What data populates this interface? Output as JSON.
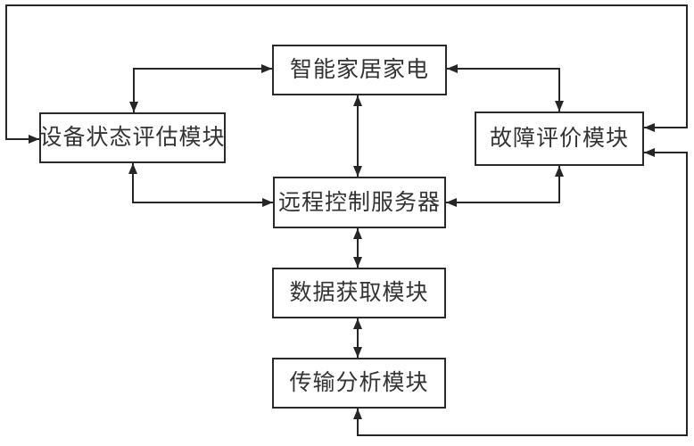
{
  "diagram": {
    "title": "smart-home-appliance-fault-monitoring-block-diagram",
    "colors": {
      "background": "#ffffff",
      "line": "#262626",
      "box_border": "#2a2a2a",
      "box_fill": "#ffffff",
      "text": "#333333"
    },
    "nodes": [
      {
        "id": "smart-home",
        "label": "智能家居家电"
      },
      {
        "id": "device-status-eval",
        "label": "设备状态评估模块"
      },
      {
        "id": "fault-eval",
        "label": "故障评价模块"
      },
      {
        "id": "remote-control-server",
        "label": "远程控制服务器"
      },
      {
        "id": "data-acquisition",
        "label": "数据获取模块"
      },
      {
        "id": "transmission-analysis",
        "label": "传输分析模块"
      }
    ],
    "connections": [
      {
        "from": "smart-home",
        "to": "remote-control-server",
        "bidirectional": true,
        "route": "straight-vertical"
      },
      {
        "from": "remote-control-server",
        "to": "data-acquisition",
        "bidirectional": true,
        "route": "straight-vertical"
      },
      {
        "from": "data-acquisition",
        "to": "transmission-analysis",
        "bidirectional": true,
        "route": "straight-vertical"
      },
      {
        "from": "smart-home",
        "to": "device-status-eval",
        "bidirectional": true,
        "route": "elbow-left"
      },
      {
        "from": "smart-home",
        "to": "fault-eval",
        "bidirectional": true,
        "route": "elbow-right"
      },
      {
        "from": "device-status-eval",
        "to": "remote-control-server",
        "bidirectional": true,
        "route": "elbow-left-lower"
      },
      {
        "from": "fault-eval",
        "to": "remote-control-server",
        "bidirectional": true,
        "route": "elbow-right-lower"
      },
      {
        "from": "device-status-eval",
        "to": "fault-eval",
        "bidirectional": true,
        "route": "outer-loop-top"
      },
      {
        "from": "transmission-analysis",
        "to": "fault-eval",
        "bidirectional": true,
        "route": "outer-loop-bottom-right"
      }
    ]
  }
}
